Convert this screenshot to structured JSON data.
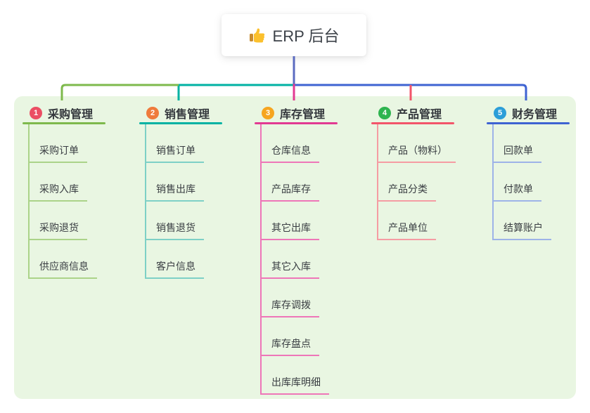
{
  "root": {
    "label": "ERP 后台",
    "icon": "thumbs-up-icon",
    "line_color": "#5b6bc0"
  },
  "panel": {
    "background_color": "#e9f6e2"
  },
  "branches": [
    {
      "key": "purchase",
      "badge": "1",
      "badge_color": "#eb4e63",
      "label": "采购管理",
      "line_color": "#7eb94c",
      "child_line_color": "#abd389",
      "children": [
        "采购订单",
        "采购入库",
        "采购退货",
        "供应商信息"
      ]
    },
    {
      "key": "sales",
      "badge": "2",
      "badge_color": "#ef7b3c",
      "label": "销售管理",
      "line_color": "#00b2a3",
      "child_line_color": "#7ed0c6",
      "children": [
        "销售订单",
        "销售出库",
        "销售退货",
        "客户信息"
      ]
    },
    {
      "key": "inventory",
      "badge": "3",
      "badge_color": "#f6a51f",
      "label": "库存管理",
      "line_color": "#e23a92",
      "child_line_color": "#ee76b8",
      "children": [
        "仓库信息",
        "产品库存",
        "其它出库",
        "其它入库",
        "库存调拨",
        "库存盘点",
        "出库库明细"
      ]
    },
    {
      "key": "product",
      "badge": "4",
      "badge_color": "#2eb44f",
      "label": "产品管理",
      "line_color": "#f2556a",
      "child_line_color": "#f59ca3",
      "children": [
        "产品（物料）",
        "产品分类",
        "产品单位"
      ]
    },
    {
      "key": "finance",
      "badge": "5",
      "badge_color": "#2c9ed8",
      "label": "财务管理",
      "line_color": "#3e63d2",
      "child_line_color": "#9db3e8",
      "children": [
        "回款单",
        "付款单",
        "结算账户"
      ]
    }
  ]
}
